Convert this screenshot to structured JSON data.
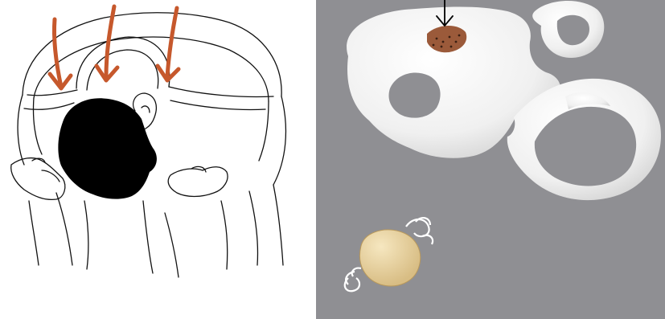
{
  "colors": {
    "page_background": "#ffffff",
    "right_panel_background": "#8f8f93",
    "arrow_orange": "#c6582c",
    "sketch_line": "#111111",
    "head_fill": "#000000",
    "labyrinth_white": "#f2f2f2",
    "labyrinth_shadow": "#cfcfcf",
    "otolith_brown": "#9b5a3a",
    "model_cream": "#e9d3a0"
  },
  "left_panel": {
    "arrows": {
      "count": 3,
      "direction": "down",
      "color_ref": "arrow_orange"
    }
  },
  "right_panel": {
    "indicator_arrow": {
      "direction": "down"
    },
    "small_model": {
      "present": true
    }
  }
}
